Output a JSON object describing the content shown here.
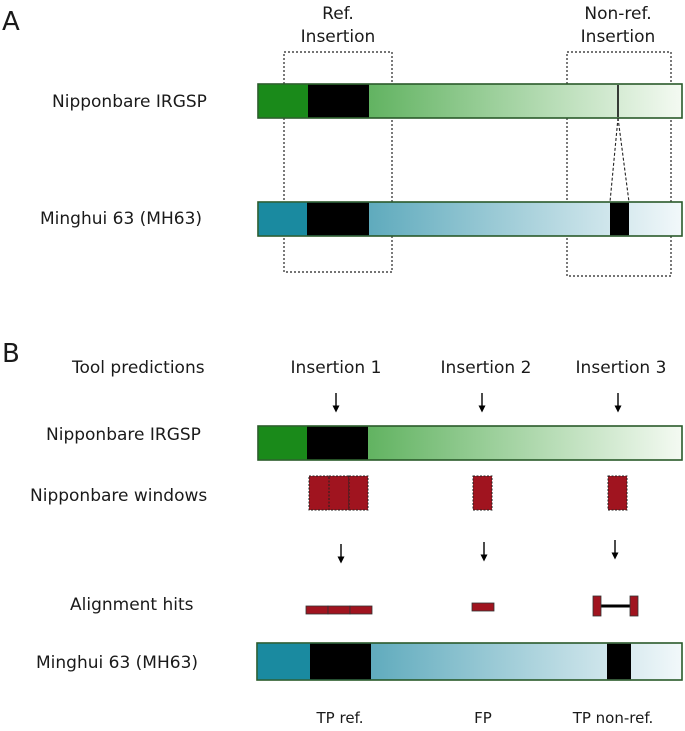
{
  "panel_a": {
    "letter": "A",
    "ref_box": {
      "line1": "Ref.",
      "line2": "Insertion"
    },
    "nonref_box": {
      "line1": "Non-ref.",
      "line2": "Insertion"
    },
    "track1_label": "Nipponbare IRGSP",
    "track2_label": "Minghui 63 (MH63)"
  },
  "panel_b": {
    "letter": "B",
    "tool_predictions_label": "Tool predictions",
    "insertion_labels": [
      "Insertion 1",
      "Insertion 2",
      "Insertion 3"
    ],
    "track1_label": "Nipponbare IRGSP",
    "windows_label": "Nipponbare windows",
    "hits_label": "Alignment hits",
    "track2_label": "Minghui 63 (MH63)",
    "outcomes": [
      "TP ref.",
      "FP",
      "TP non-ref."
    ]
  },
  "colors": {
    "nipponbare": "#1a8a1a",
    "minghui": "#1a8aa0",
    "insertion": "#000000",
    "window_red": "#a0141f",
    "track_border": "#2a5a2a"
  }
}
